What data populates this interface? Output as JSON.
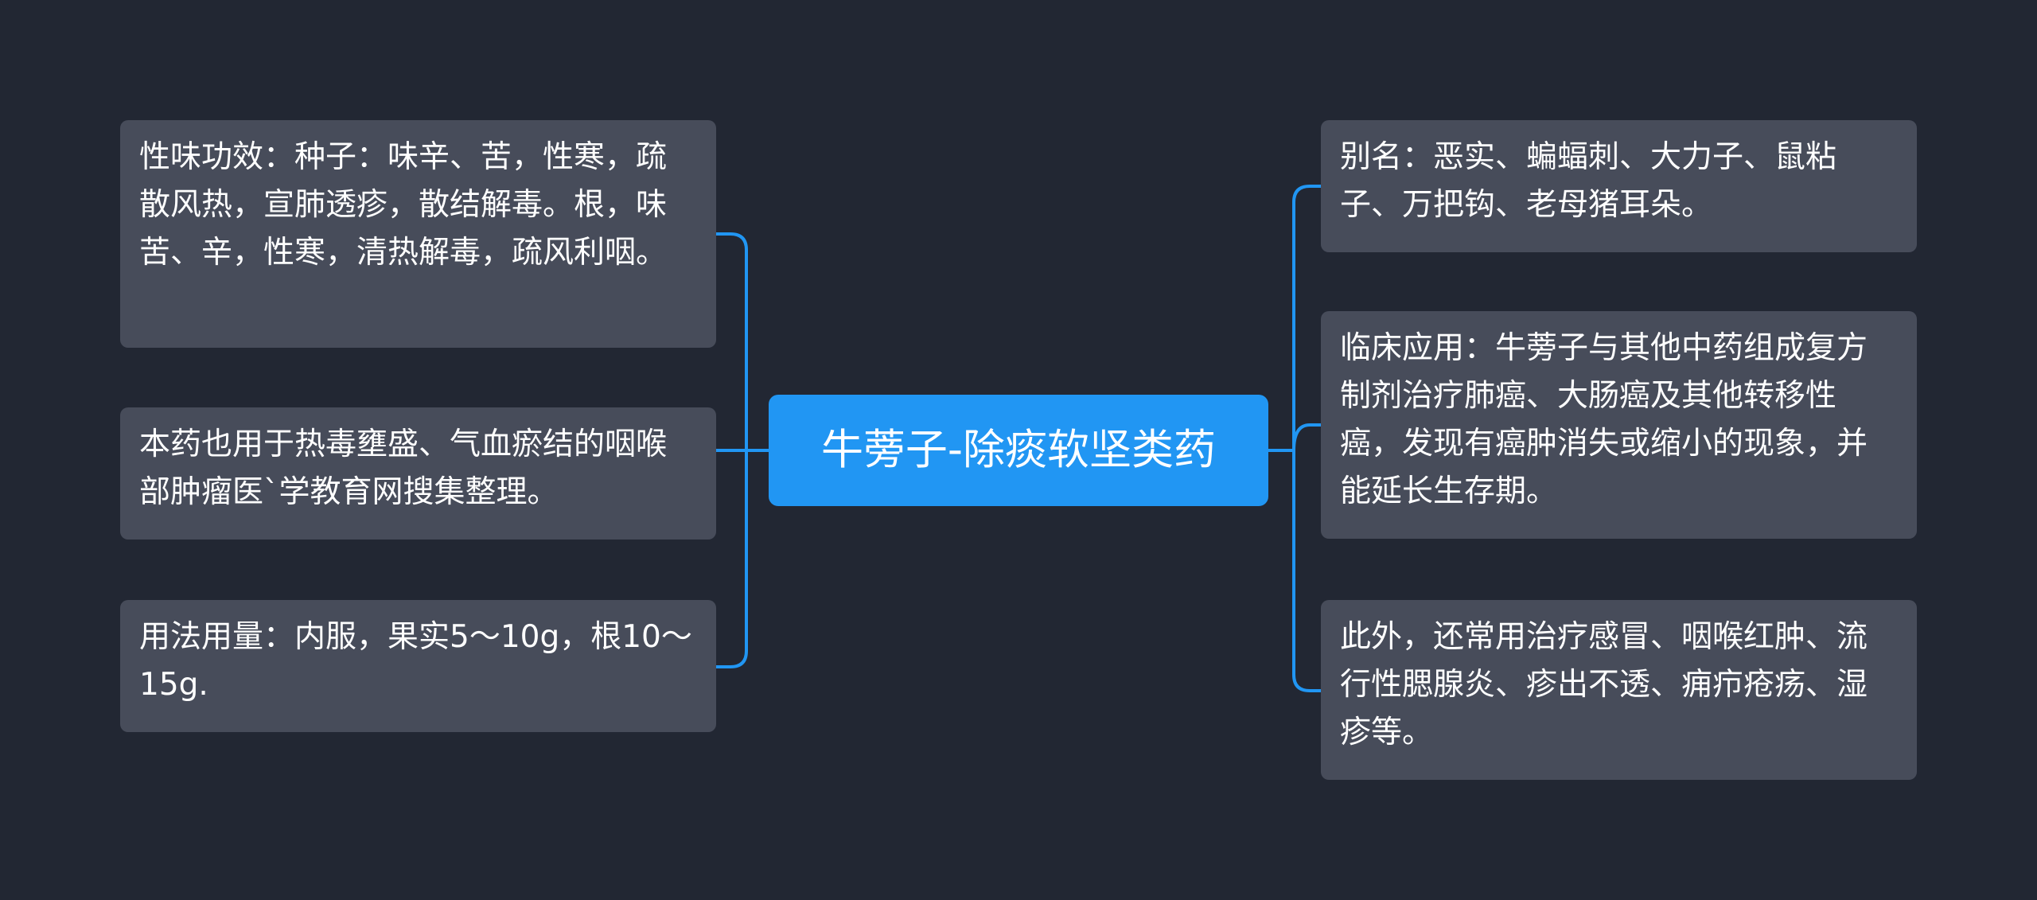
{
  "center": {
    "label": "牛蒡子-除痰软坚类药"
  },
  "left_nodes": [
    {
      "text": "性味功效：种子：味辛、苦，性寒，疏散风热，宣肺透疹，散结解毒。根，味苦、辛，性寒，清热解毒，疏风利咽。"
    },
    {
      "text": "本药也用于热毒壅盛、气血瘀结的咽喉部肿瘤医`学教育网搜集整理。"
    },
    {
      "text": "用法用量：内服，果实5～10g，根10～15g."
    }
  ],
  "right_nodes": [
    {
      "text": "别名：恶实、蝙蝠刺、大力子、鼠粘子、万把钩、老母猪耳朵。"
    },
    {
      "text": "临床应用：牛蒡子与其他中药组成复方制剂治疗肺癌、大肠癌及其他转移性癌，发现有癌肿消失或缩小的现象，并能延长生存期。"
    },
    {
      "text": "此外，还常用治疗感冒、咽喉红肿、流行性腮腺炎、疹出不透、痈疖疮疡、湿疹等。"
    }
  ],
  "colors": {
    "background": "#222733",
    "node": "#474c5a",
    "center": "#2196f3",
    "connector": "#2196f3",
    "text": "#ffffff"
  }
}
